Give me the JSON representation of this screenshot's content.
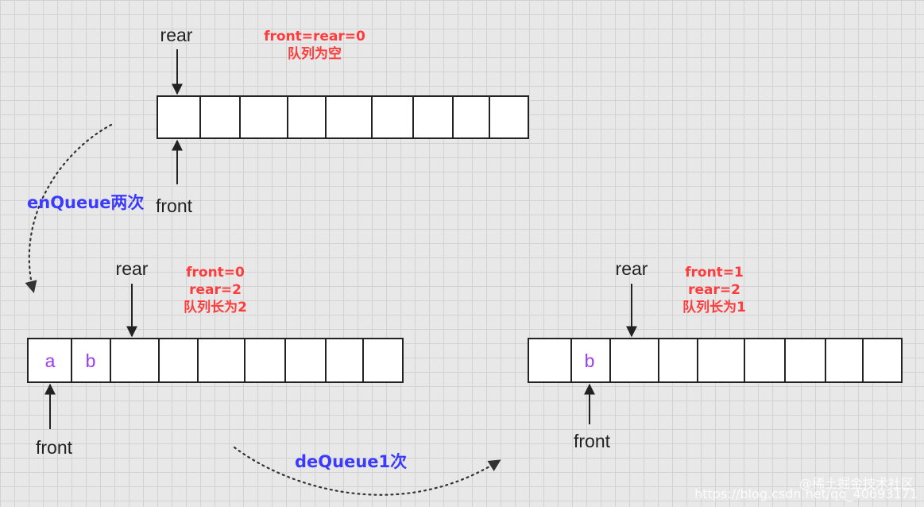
{
  "states": [
    {
      "cells": [
        "",
        "",
        "",
        "",
        "",
        "",
        "",
        "",
        ""
      ],
      "rear_label": "rear",
      "front_label": "front",
      "notes": [
        "front=rear=0",
        "队列为空"
      ]
    },
    {
      "cells": [
        "a",
        "b",
        "",
        "",
        "",
        "",
        "",
        "",
        ""
      ],
      "rear_label": "rear",
      "front_label": "front",
      "notes": [
        "front=0",
        "rear=2",
        "队列长为2"
      ]
    },
    {
      "cells": [
        "",
        "b",
        "",
        "",
        "",
        "",
        "",
        "",
        ""
      ],
      "rear_label": "rear",
      "front_label": "front",
      "notes": [
        "front=1",
        "rear=2",
        "队列长为1"
      ]
    }
  ],
  "operations": {
    "enqueue_label": "enQueue两次",
    "dequeue_label": "deQueue1次"
  },
  "watermark": {
    "line1": "@稀土掘金技术社区",
    "line2": "https://blog.csdn.net/qq_40693171"
  },
  "colors": {
    "note": "#ff3b3b",
    "operation": "#3b3bff",
    "cell_text": "#9a3cf0",
    "box_stroke": "#222222",
    "box_fill": "#ffffff"
  }
}
